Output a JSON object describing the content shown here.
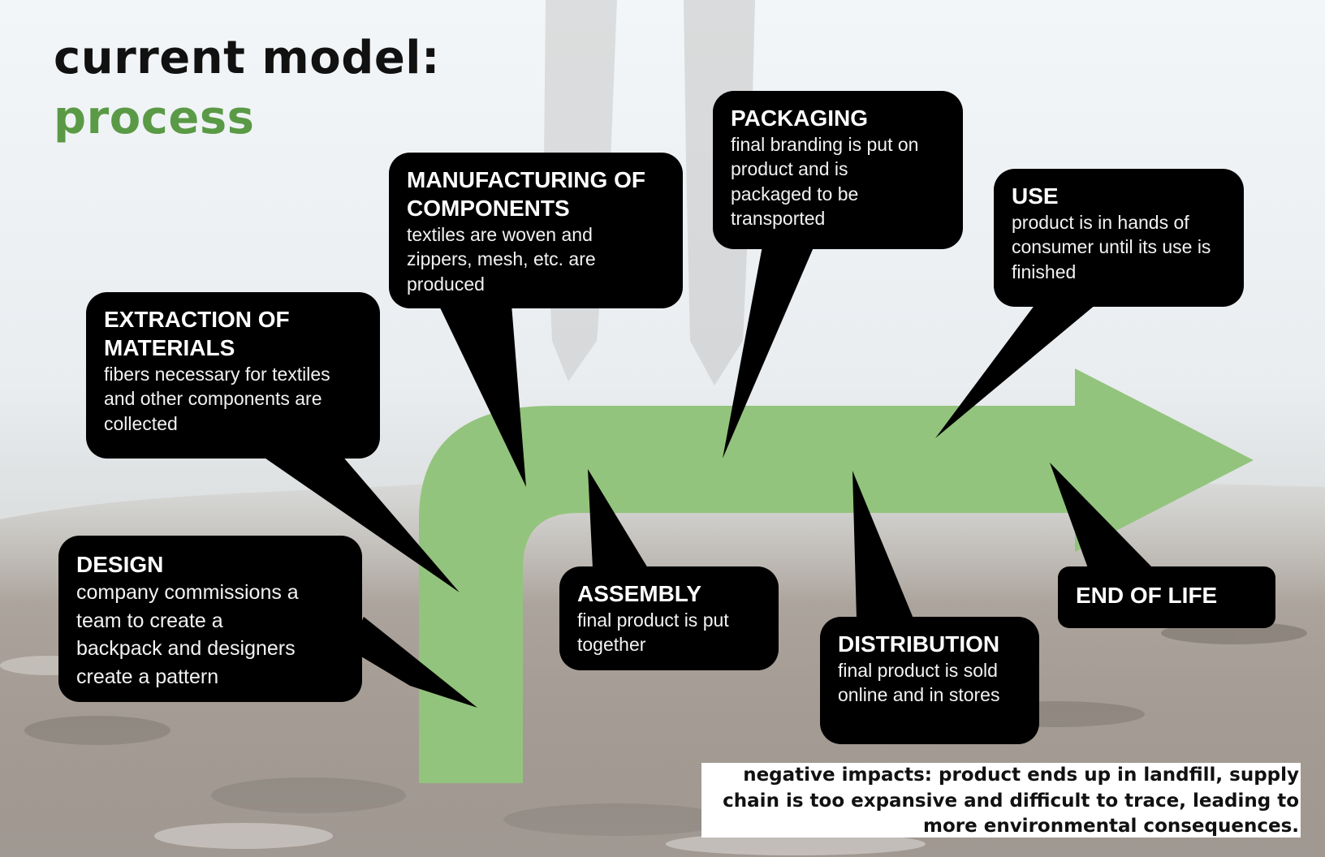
{
  "title": {
    "line1": "current model:",
    "line2": "process"
  },
  "colors": {
    "arrow": "#93c47d",
    "title_accent": "#5a9a46",
    "box": "#000000",
    "box_text": "#ffffff"
  },
  "stages": [
    {
      "id": "design",
      "title": "DESIGN",
      "desc": "company commissions a\nteam to create a\nbackpack and designers\ncreate a pattern"
    },
    {
      "id": "extraction",
      "title": "EXTRACTION OF\nMATERIALS",
      "desc": "fibers necessary for textiles\nand other components are\ncollected"
    },
    {
      "id": "manufacturing",
      "title": "MANUFACTURING OF\nCOMPONENTS",
      "desc": "textiles are woven and\nzippers, mesh, etc. are\nproduced"
    },
    {
      "id": "assembly",
      "title": "ASSEMBLY",
      "desc": "final product is put\ntogether"
    },
    {
      "id": "packaging",
      "title": "PACKAGING",
      "desc": "final branding is put on\nproduct and is\npackaged to be\ntransported"
    },
    {
      "id": "distribution",
      "title": "DISTRIBUTION",
      "desc": "final product is sold\nonline and in stores"
    },
    {
      "id": "use",
      "title": "USE",
      "desc": "product is in hands of\nconsumer until its use is\nfinished"
    },
    {
      "id": "end-of-life",
      "title": "END OF LIFE",
      "desc": ""
    }
  ],
  "impacts": "negative impacts: product ends up in landfill, supply\nchain is too expansive and difficult to trace, leading to\nmore environmental consequences."
}
